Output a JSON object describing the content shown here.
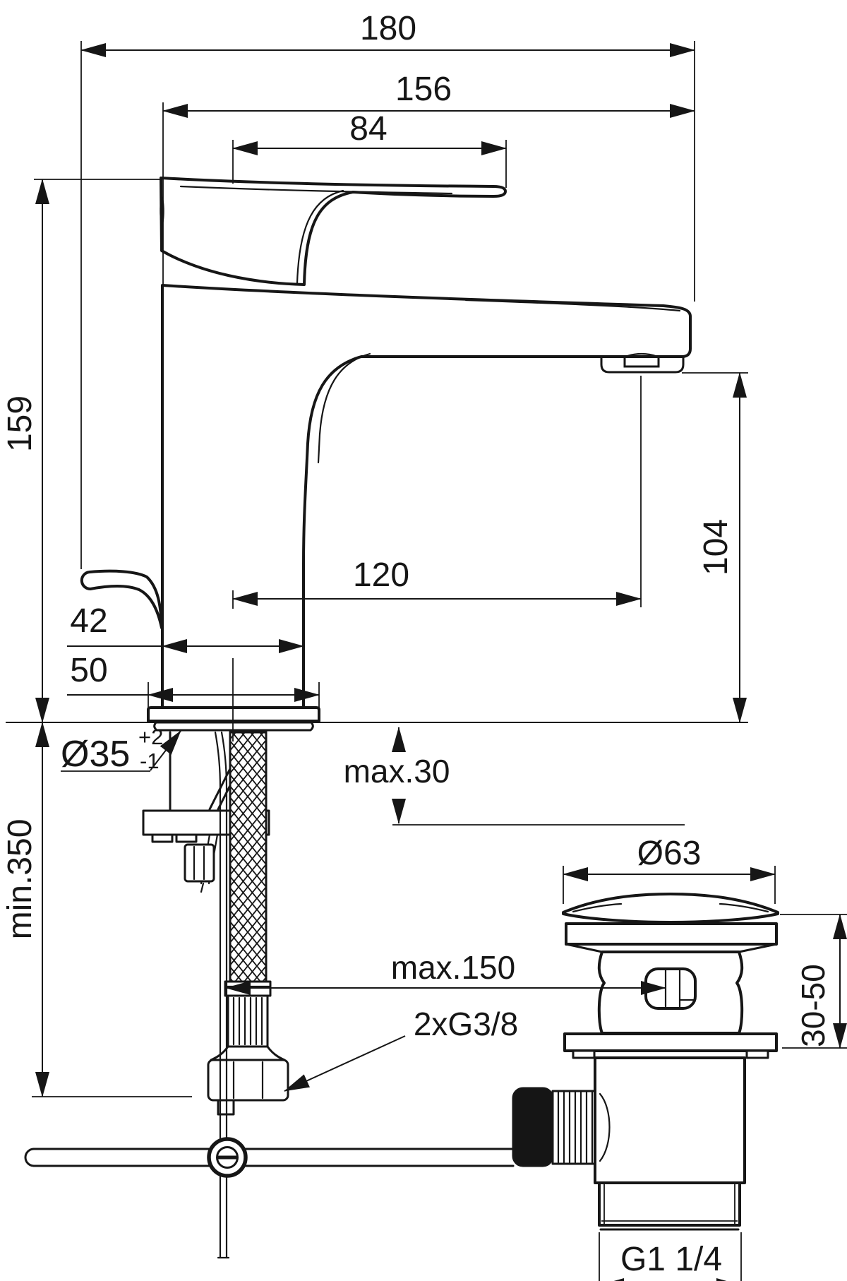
{
  "drawing": {
    "type": "technical-dimension-drawing",
    "subject": "single-lever basin mixer faucet with flexible supply hose and pop-up waste drain",
    "units_shown": "mm",
    "labels": {
      "total_projection": "180",
      "spout_projection": "156",
      "lever_length": "84",
      "body_height": "159",
      "spout_height": "104",
      "spout_reach_axis": "120",
      "body_width": "42",
      "base_width": "50",
      "hole_diameter": "Ø35",
      "hole_tol_plus": "+2",
      "hole_tol_minus": "-1",
      "deck_max_thickness": "max.30",
      "hose_min_length": "min.350",
      "rod_max_distance": "max.150",
      "supply_connection": "2xG3/8",
      "waste_cap_diameter": "Ø63",
      "waste_height_range": "30-50",
      "waste_thread": "G1 1/4"
    }
  }
}
